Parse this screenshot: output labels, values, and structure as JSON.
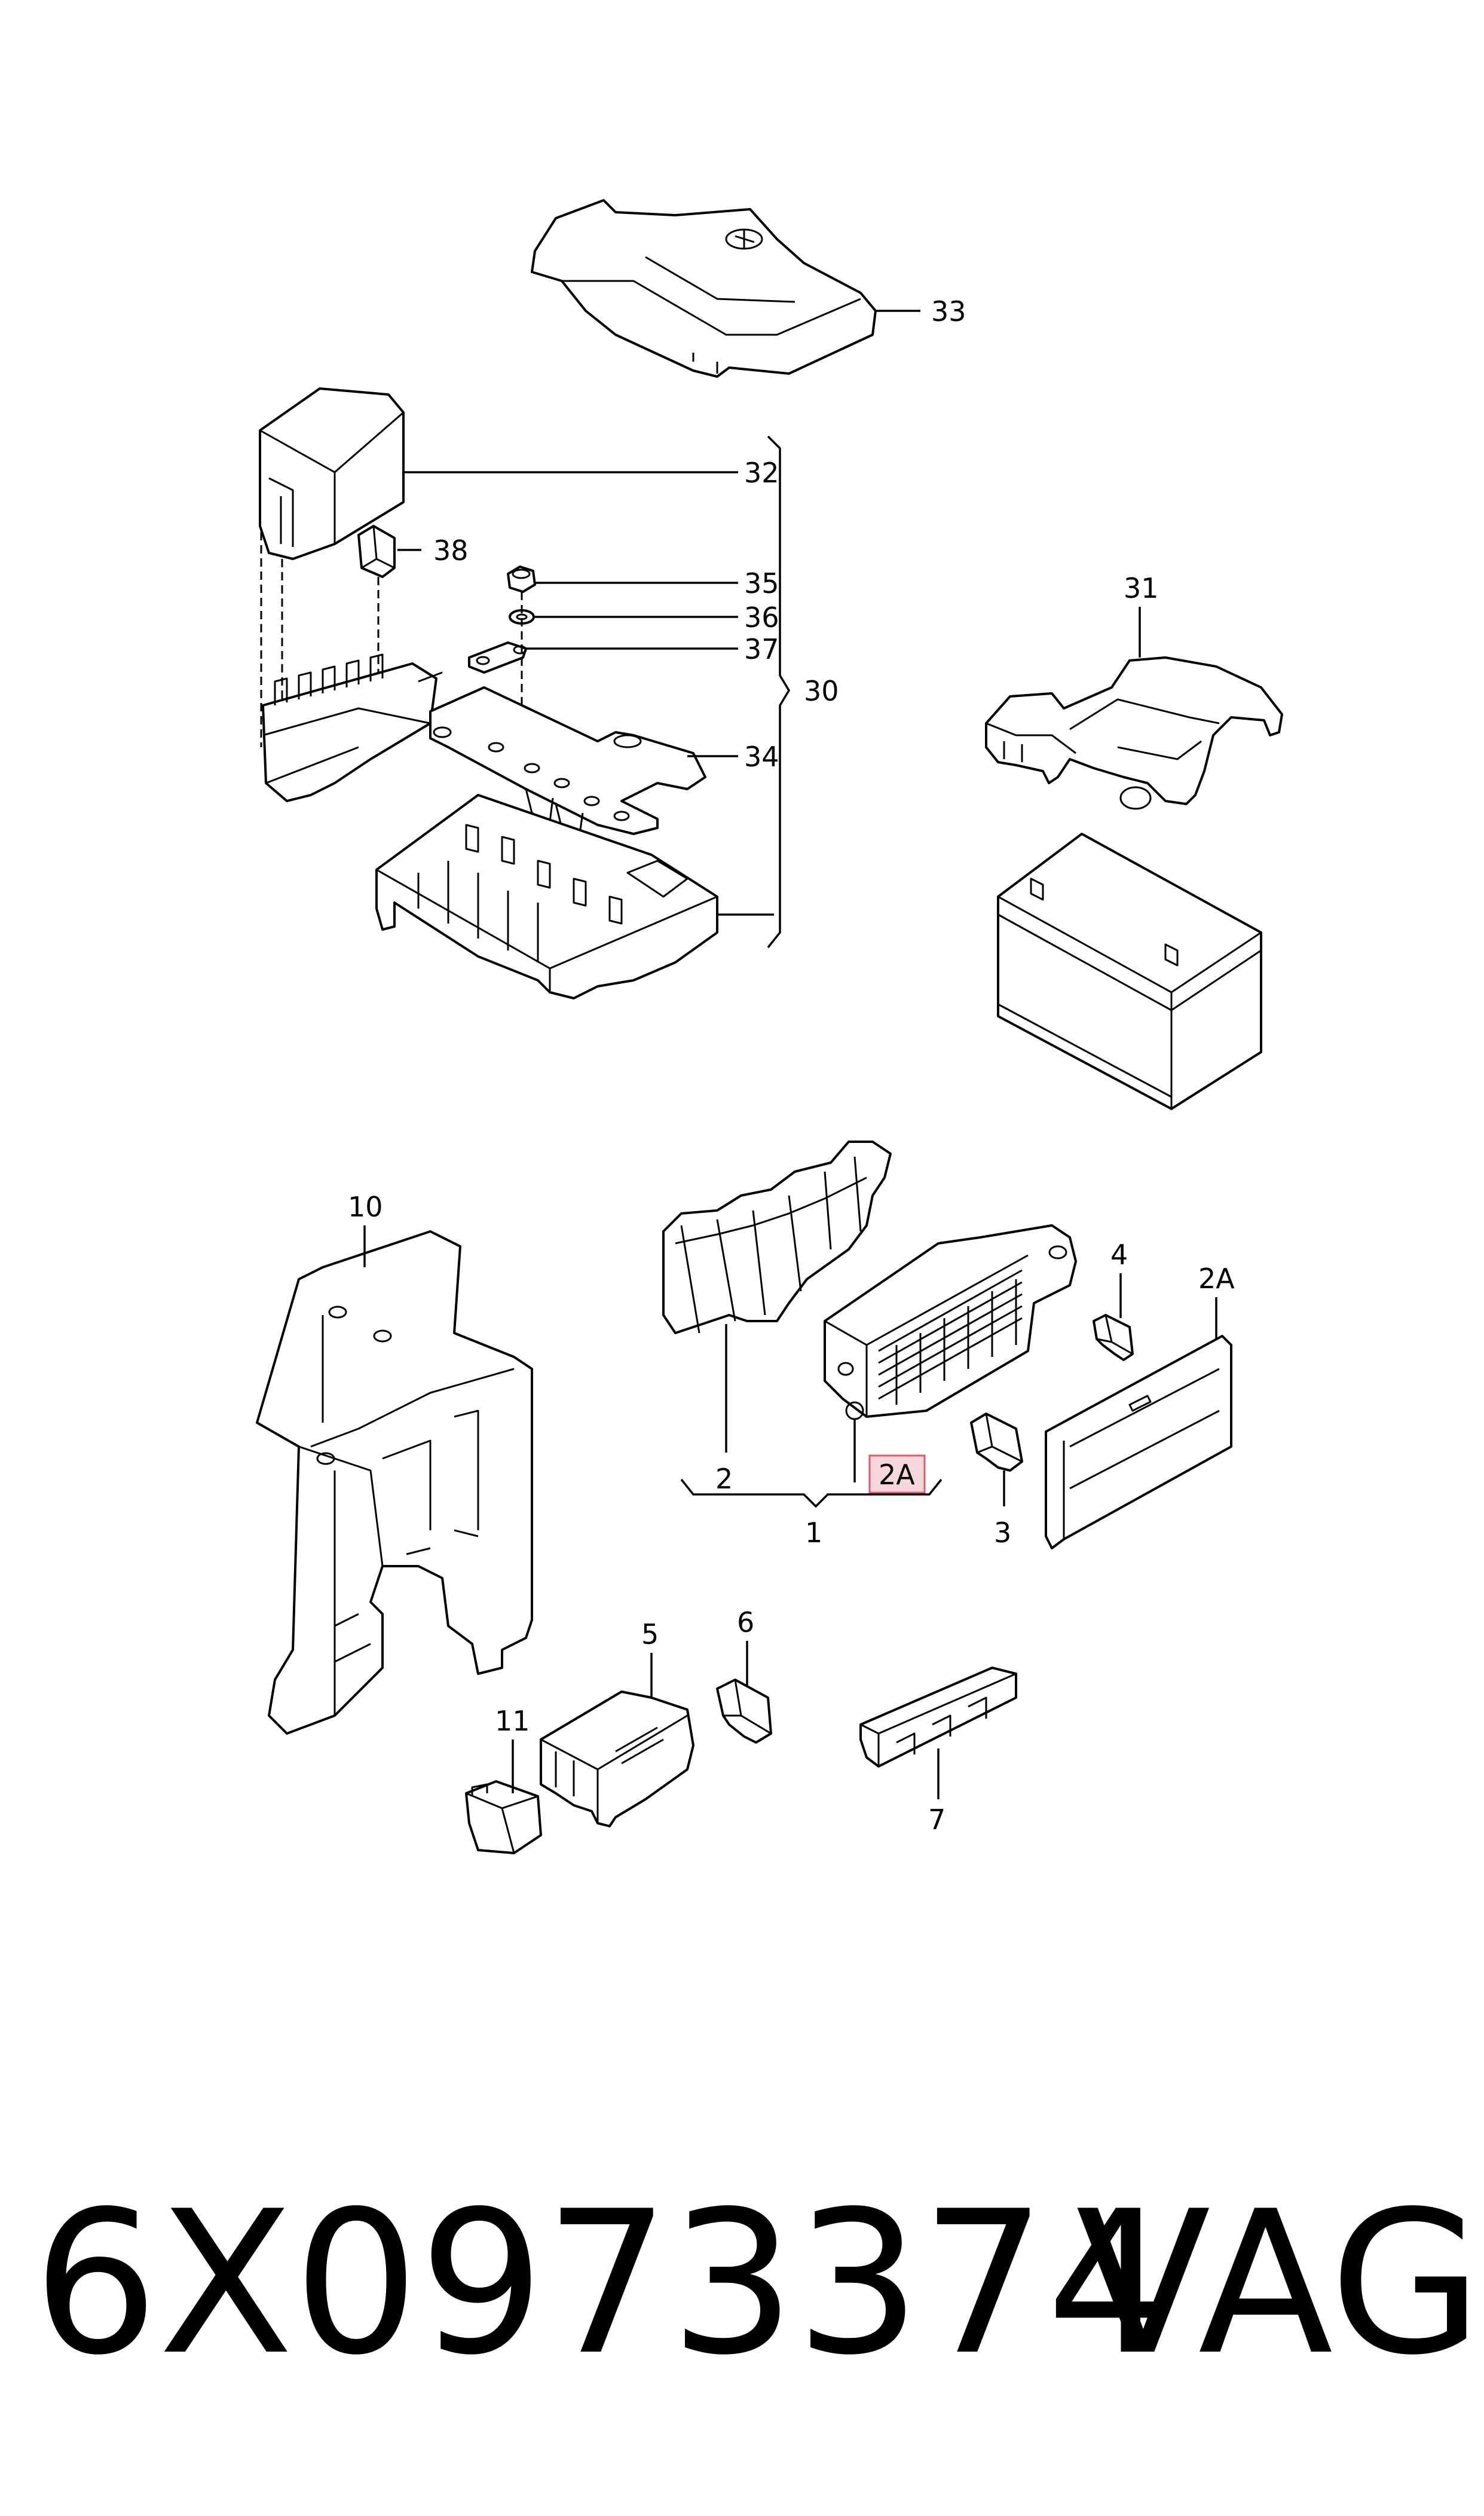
{
  "callouts": {
    "c1": "1",
    "c2": "2",
    "c2a": "2A",
    "c2a_box": "2A",
    "c3": "3",
    "c4": "4",
    "c5": "5",
    "c6": "6",
    "c7": "7",
    "c10": "10",
    "c11": "11",
    "c30": "30",
    "c31": "31",
    "c32": "32",
    "c33": "33",
    "c34": "34",
    "c35": "35",
    "c36": "36",
    "c37": "37",
    "c38": "38"
  },
  "footer": {
    "part_number": "6X0973374",
    "brand": "VAG"
  },
  "colors": {
    "highlight_fill": "#f6d8dc",
    "highlight_border": "#e05a6a"
  }
}
